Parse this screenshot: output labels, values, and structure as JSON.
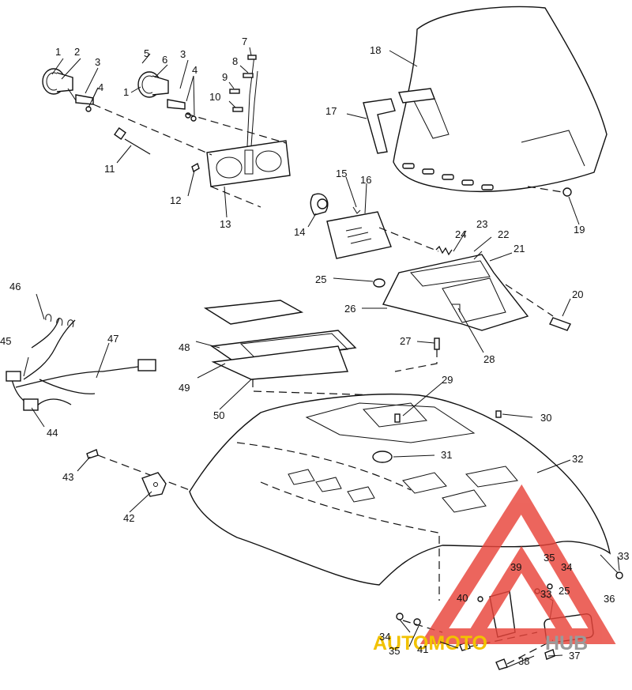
{
  "labels": [
    {
      "id": "1",
      "text": "1"
    },
    {
      "id": "2",
      "text": "2"
    },
    {
      "id": "3",
      "text": "3"
    },
    {
      "id": "4",
      "text": "4"
    },
    {
      "id": "5",
      "text": "5"
    },
    {
      "id": "6",
      "text": "6"
    },
    {
      "id": "1b",
      "text": "1"
    },
    {
      "id": "3b",
      "text": "3"
    },
    {
      "id": "4b",
      "text": "4"
    },
    {
      "id": "7",
      "text": "7"
    },
    {
      "id": "8",
      "text": "8"
    },
    {
      "id": "9",
      "text": "9"
    },
    {
      "id": "10",
      "text": "10"
    },
    {
      "id": "11",
      "text": "11"
    },
    {
      "id": "12",
      "text": "12"
    },
    {
      "id": "13",
      "text": "13"
    },
    {
      "id": "14",
      "text": "14"
    },
    {
      "id": "15",
      "text": "15"
    },
    {
      "id": "16",
      "text": "16"
    },
    {
      "id": "17",
      "text": "17"
    },
    {
      "id": "18",
      "text": "18"
    },
    {
      "id": "19",
      "text": "19"
    },
    {
      "id": "20",
      "text": "20"
    },
    {
      "id": "21",
      "text": "21"
    },
    {
      "id": "22",
      "text": "22"
    },
    {
      "id": "23",
      "text": "23"
    },
    {
      "id": "24",
      "text": "24"
    },
    {
      "id": "25",
      "text": "25"
    },
    {
      "id": "26",
      "text": "26"
    },
    {
      "id": "27",
      "text": "27"
    },
    {
      "id": "28",
      "text": "28"
    },
    {
      "id": "29",
      "text": "29"
    },
    {
      "id": "30",
      "text": "30"
    },
    {
      "id": "31",
      "text": "31"
    },
    {
      "id": "32",
      "text": "32"
    },
    {
      "id": "33",
      "text": "33"
    },
    {
      "id": "33b",
      "text": "33"
    },
    {
      "id": "34",
      "text": "34"
    },
    {
      "id": "34b",
      "text": "34"
    },
    {
      "id": "35",
      "text": "35"
    },
    {
      "id": "35b",
      "text": "35"
    },
    {
      "id": "25b",
      "text": "25"
    },
    {
      "id": "36",
      "text": "36"
    },
    {
      "id": "37",
      "text": "37"
    },
    {
      "id": "38",
      "text": "38"
    },
    {
      "id": "39",
      "text": "39"
    },
    {
      "id": "40",
      "text": "40"
    },
    {
      "id": "41",
      "text": "41"
    },
    {
      "id": "42",
      "text": "42"
    },
    {
      "id": "43",
      "text": "43"
    },
    {
      "id": "44",
      "text": "44"
    },
    {
      "id": "45",
      "text": "45"
    },
    {
      "id": "46",
      "text": "46"
    },
    {
      "id": "47",
      "text": "47"
    },
    {
      "id": "48",
      "text": "48"
    },
    {
      "id": "49",
      "text": "49"
    },
    {
      "id": "50",
      "text": "50"
    }
  ],
  "watermark": {
    "text_red": "AUTOMOTO",
    "text_grey": "HUB",
    "color_red": "#e8443a",
    "color_grey": "#9a9a9a",
    "color_yellow": "#f2c200"
  }
}
